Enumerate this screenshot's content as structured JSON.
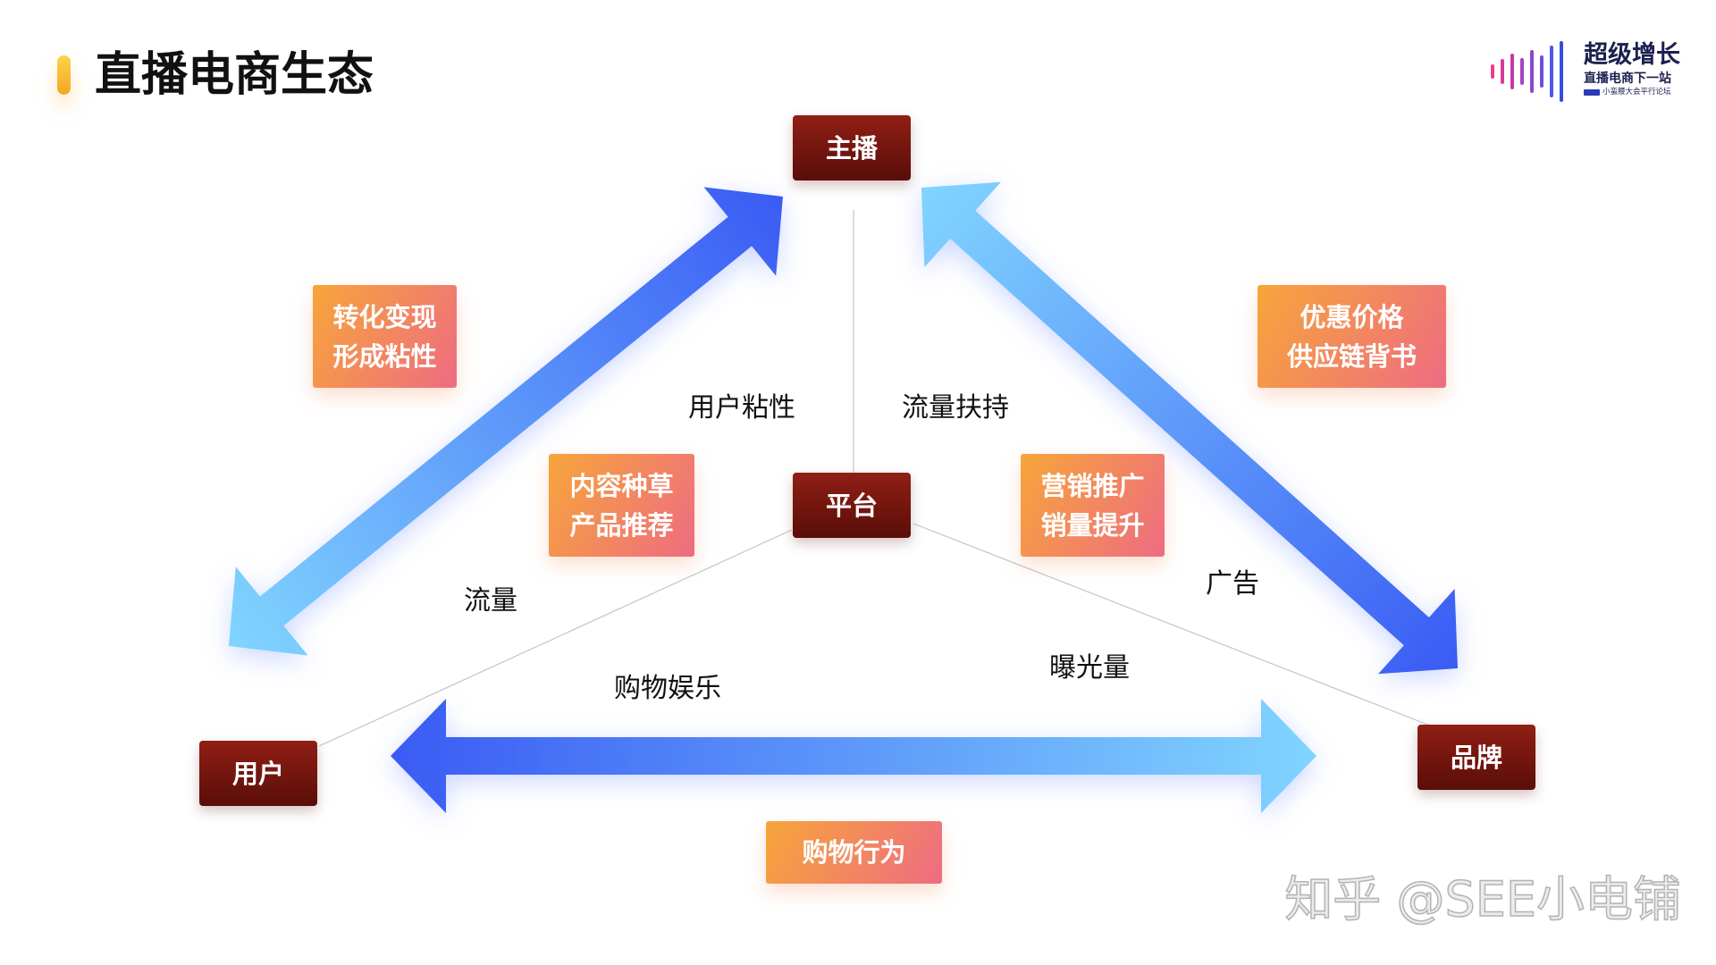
{
  "title": "直播电商生态",
  "logo": {
    "name": "超级增长",
    "tagline": "直播电商下一站",
    "event": "小蛮腰大会平行论坛"
  },
  "nodes": {
    "anchor": "主播",
    "platform": "平台",
    "user": "用户",
    "brand": "品牌"
  },
  "value_tags": {
    "anchor_user": [
      "转化变现",
      "形成粘性"
    ],
    "anchor_brand": [
      "优惠价格",
      "供应链背书"
    ],
    "platform_user": [
      "内容种草",
      "产品推荐"
    ],
    "platform_brand": [
      "营销推广",
      "销量提升"
    ],
    "user_brand": [
      "购物行为"
    ]
  },
  "flow_labels": {
    "user_stickiness": "用户粘性",
    "traffic_support": "流量扶持",
    "traffic": "流量",
    "advertising": "广告",
    "exposure": "曝光量",
    "shopping_entertainment": "购物娱乐"
  },
  "watermark": "知乎 @SEE小电铺",
  "colors": {
    "accent_top": "#fbd44b",
    "accent_bottom": "#f5a524",
    "node_top": "#901f15",
    "node_bottom": "#5a0d09",
    "tag_start": "#f7a53a",
    "tag_end": "#ee6c82",
    "arrow_deep": "#3a5bf4",
    "arrow_light": "#80d5ff",
    "logo_text": "#1c1f4f"
  }
}
